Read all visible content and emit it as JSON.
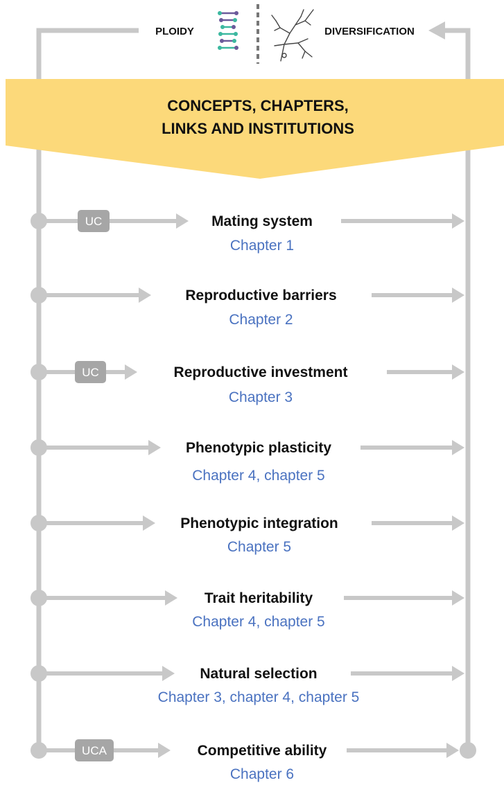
{
  "header": {
    "left_label": "PLOIDY",
    "right_label": "DIVERSIFICATION",
    "left_icon": "dna-icon",
    "right_icon": "phylogenetic-tree-icon"
  },
  "banner": {
    "line1": "CONCEPTS, CHAPTERS,",
    "line2": "LINKS AND INSTITUTIONS",
    "color": "#fcd97a"
  },
  "rows": [
    {
      "concept": "Mating system",
      "chapters": "Chapter 1",
      "badge": "UC"
    },
    {
      "concept": "Reproductive barriers",
      "chapters": "Chapter 2",
      "badge": ""
    },
    {
      "concept": "Reproductive investment",
      "chapters": "Chapter 3",
      "badge": "UC"
    },
    {
      "concept": "Phenotypic plasticity",
      "chapters": "Chapter 4, chapter 5",
      "badge": ""
    },
    {
      "concept": "Phenotypic integration",
      "chapters": "Chapter 5",
      "badge": ""
    },
    {
      "concept": "Trait heritability",
      "chapters": "Chapter 4, chapter 5",
      "badge": ""
    },
    {
      "concept": "Natural selection",
      "chapters": "Chapter 3, chapter 4, chapter 5",
      "badge": ""
    },
    {
      "concept": "Competitive ability",
      "chapters": "Chapter 6",
      "badge": "UCA"
    }
  ],
  "colors": {
    "line": "#c8c8c8",
    "badge": "#a6a6a6",
    "chapter_text": "#4a72c0",
    "dna_teal": "#3cb8a0",
    "dna_purple": "#6b5a9a"
  }
}
